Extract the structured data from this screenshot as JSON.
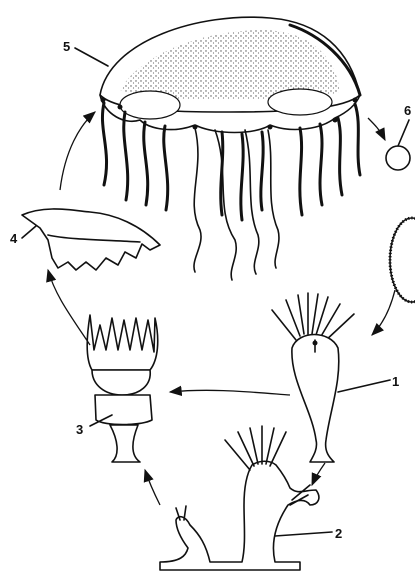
{
  "labels": {
    "one": "1",
    "two": "2",
    "three": "3",
    "four": "4",
    "five": "5",
    "six": "6"
  }
}
